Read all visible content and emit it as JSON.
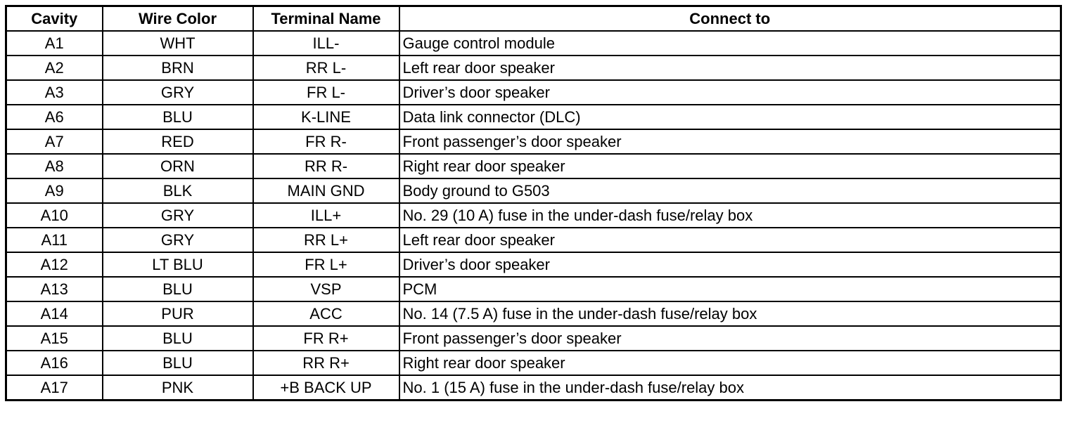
{
  "table": {
    "headers": [
      "Cavity",
      "Wire Color",
      "Terminal Name",
      "Connect to"
    ],
    "rows": [
      [
        "A1",
        "WHT",
        "ILL-",
        "Gauge control module"
      ],
      [
        "A2",
        "BRN",
        "RR L-",
        "Left rear door speaker"
      ],
      [
        "A3",
        "GRY",
        "FR L-",
        "Driver’s door speaker"
      ],
      [
        "A6",
        "BLU",
        "K-LINE",
        "Data link connector (DLC)"
      ],
      [
        "A7",
        "RED",
        "FR R-",
        "Front passenger’s door speaker"
      ],
      [
        "A8",
        "ORN",
        "RR R-",
        "Right rear door speaker"
      ],
      [
        "A9",
        "BLK",
        "MAIN GND",
        "Body ground to G503"
      ],
      [
        "A10",
        "GRY",
        "ILL+",
        "No. 29 (10 A) fuse in the under-dash fuse/relay box"
      ],
      [
        "A11",
        "GRY",
        "RR L+",
        "Left rear door speaker"
      ],
      [
        "A12",
        "LT BLU",
        "FR L+",
        "Driver’s door speaker"
      ],
      [
        "A13",
        "BLU",
        "VSP",
        "PCM"
      ],
      [
        "A14",
        "PUR",
        "ACC",
        "No. 14 (7.5 A) fuse in the under-dash fuse/relay box"
      ],
      [
        "A15",
        "BLU",
        "FR R+",
        "Front passenger’s door speaker"
      ],
      [
        "A16",
        "BLU",
        "RR R+",
        "Right rear door speaker"
      ],
      [
        "A17",
        "PNK",
        "+B BACK UP",
        "No. 1 (15 A) fuse in the under-dash fuse/relay box"
      ]
    ]
  }
}
